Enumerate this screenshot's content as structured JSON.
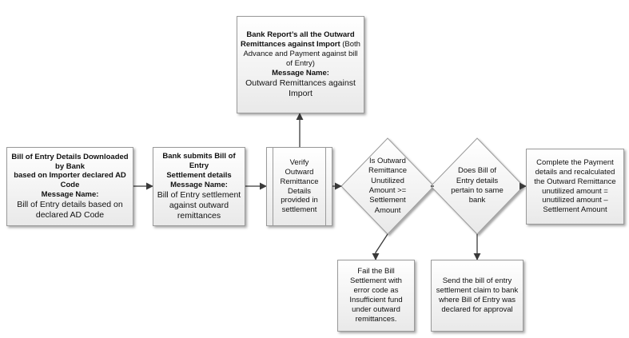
{
  "top_box": {
    "line1": "Bank Report’s all the Outward",
    "line2_bold": "Remittances against Import",
    "line2_rest": " (Both",
    "line3": "Advance and Payment against bill of Entry)",
    "msg_label": "Message Name:",
    "msg_value": "Outward Remittances against Import"
  },
  "box1": {
    "line1": "Bill of Entry Details Downloaded by Bank",
    "line2": "based on Importer declared AD Code",
    "msg_label": "Message Name:",
    "msg_value": "Bill of Entry details based on declared AD Code"
  },
  "box2": {
    "line1": "Bank submits Bill of Entry",
    "line2": "Settlement details",
    "msg_label": "Message Name:",
    "msg_value": "Bill of Entry settlement against outward remittances"
  },
  "verify_box": {
    "text": "Verify Outward Remittance Details provided in settlement"
  },
  "diamond1": {
    "text": "Is Outward Remittance Unutilized Amount >= Settlement Amount"
  },
  "diamond2": {
    "text": "Does Bill of Entry details pertain to same bank"
  },
  "complete_box": {
    "text": "Complete the Payment details and recalculated the Outward Remittance unutilized amount = unutilized amount – Settlement Amount"
  },
  "fail_box": {
    "text": "Fail the Bill Settlement with error code as Insufficient fund under outward remittances."
  },
  "send_box": {
    "text": "Send the bill of entry settlement claim to bank where Bill of Entry was declared for approval"
  },
  "colors": {
    "border": "#9a9a9a",
    "line": "#3a3a3a",
    "fill_top": "#ffffff",
    "fill_bottom": "#e9e9e9"
  }
}
